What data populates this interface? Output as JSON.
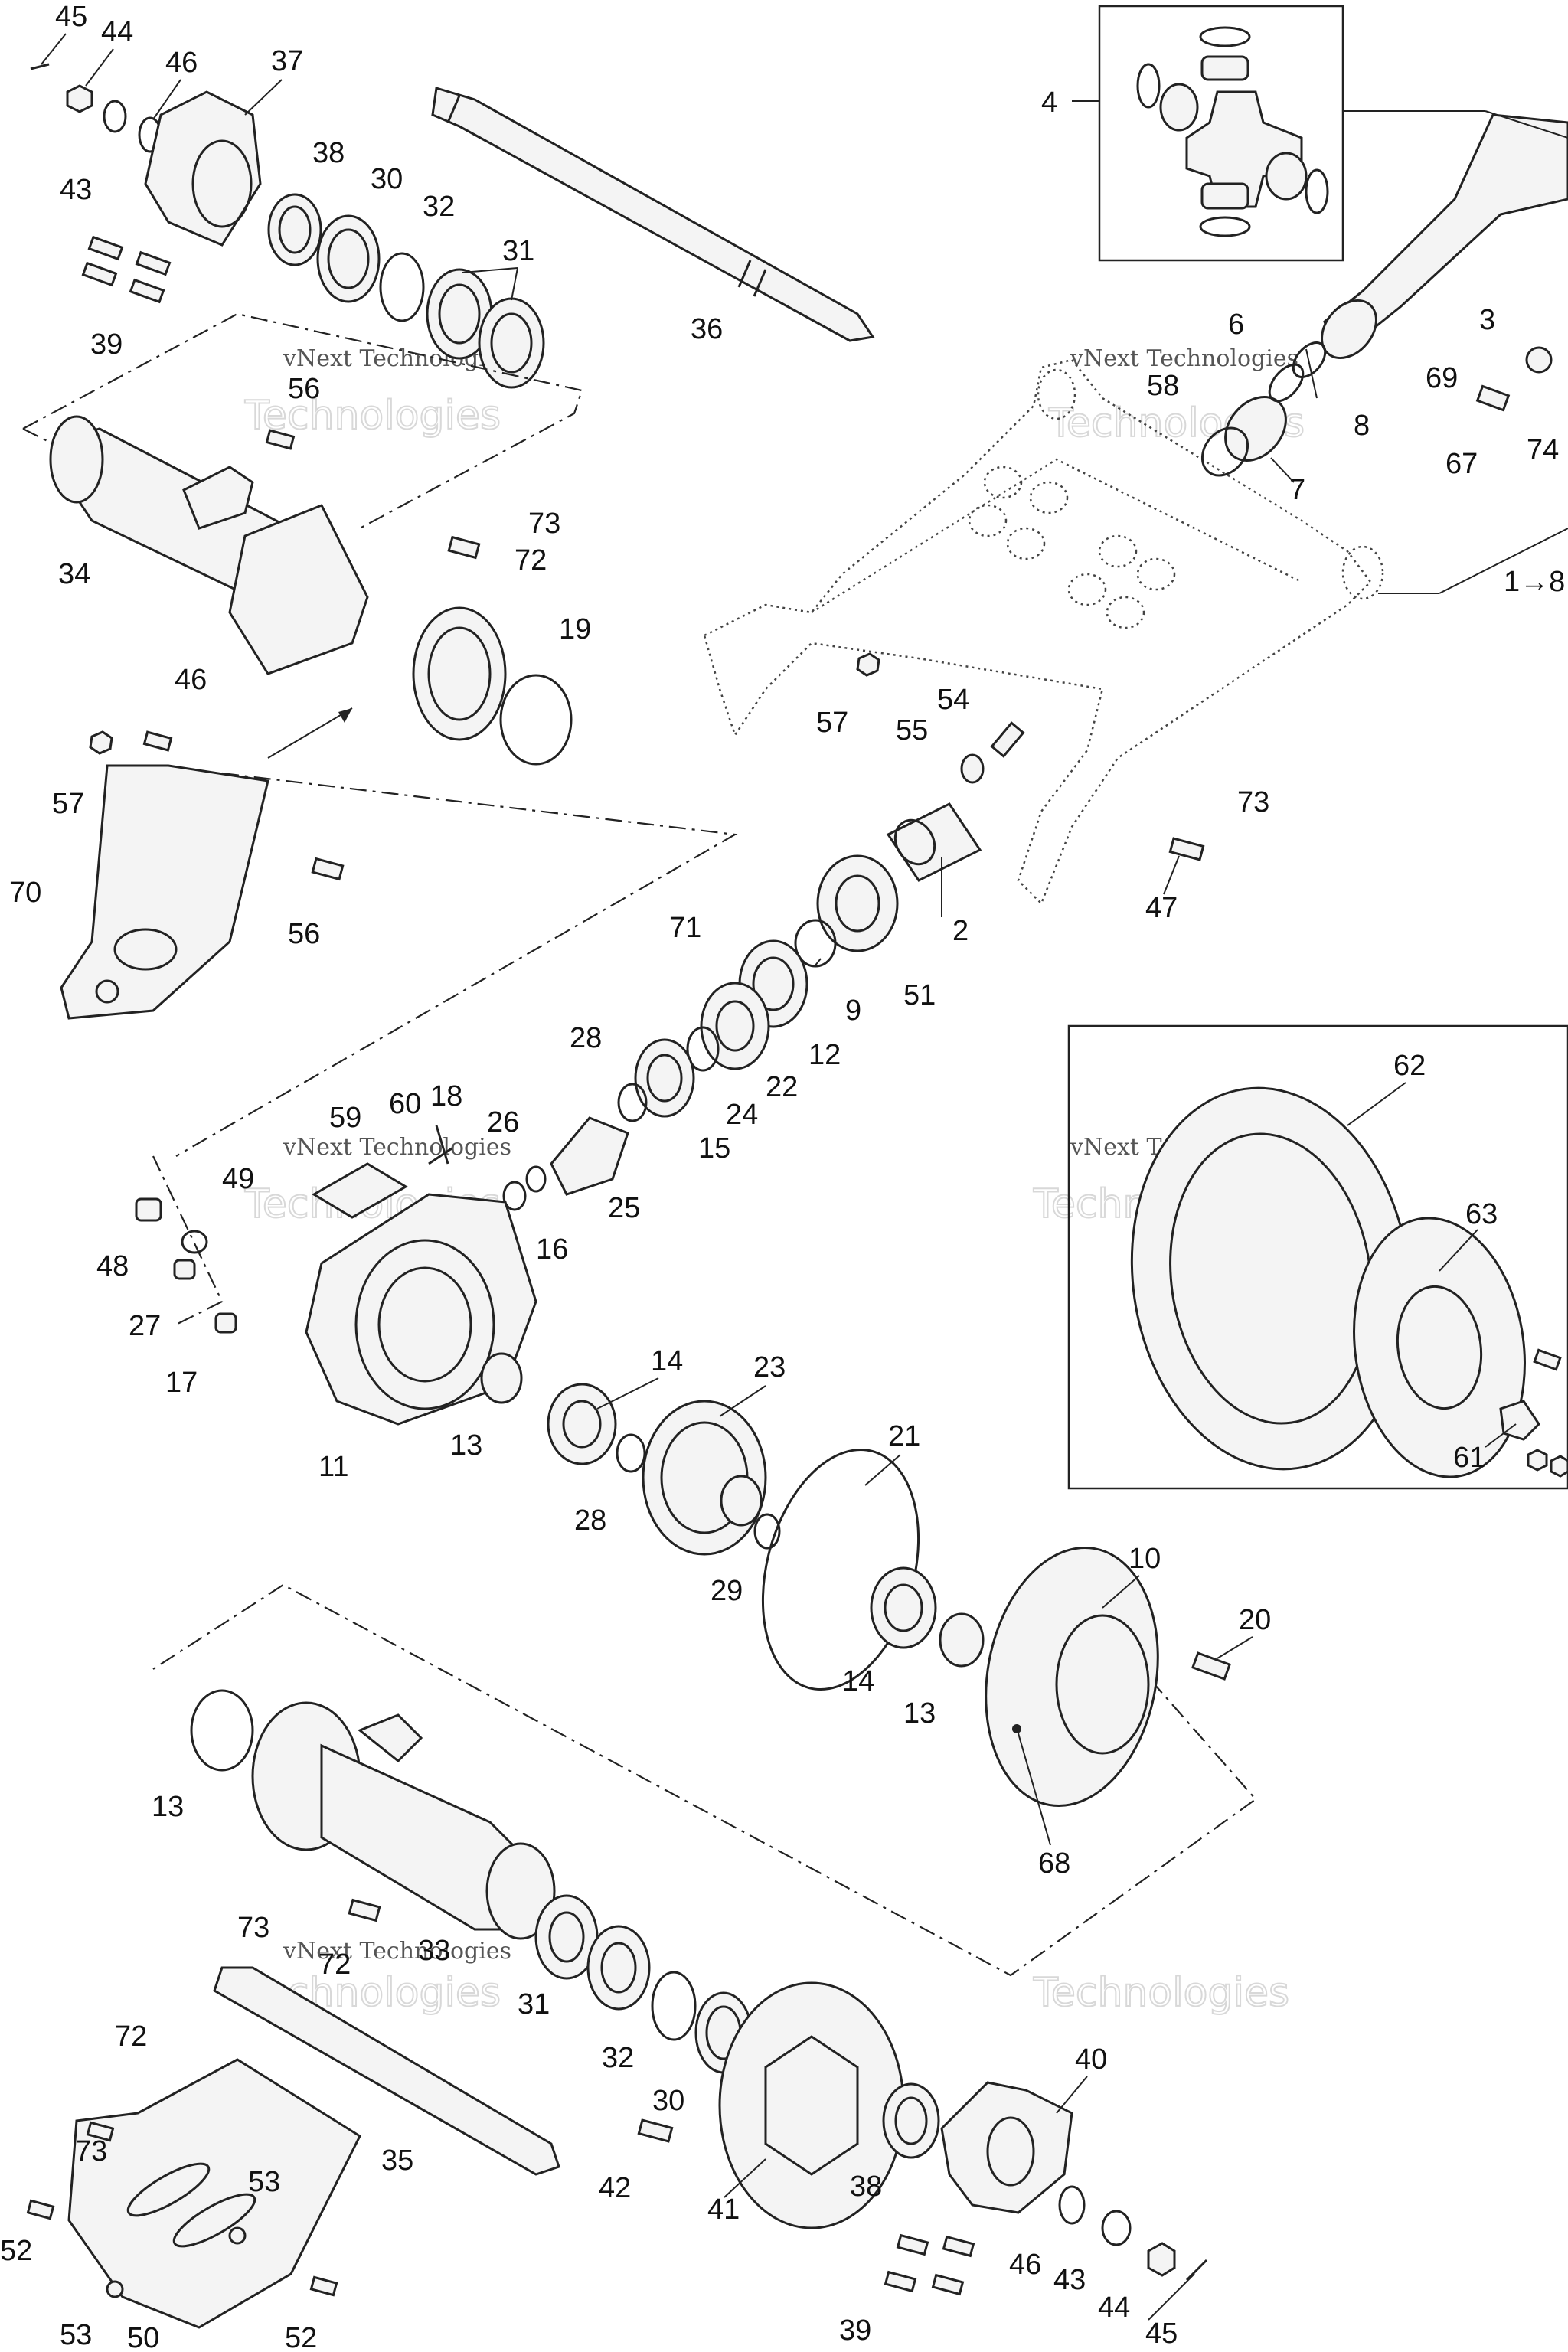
{
  "diagram": {
    "callouts": [
      "45",
      "44",
      "46",
      "37",
      "43",
      "38",
      "30",
      "32",
      "31",
      "39",
      "36",
      "56",
      "34",
      "73",
      "72",
      "19",
      "46",
      "57",
      "70",
      "56",
      "4",
      "3",
      "69",
      "6",
      "58",
      "8",
      "7",
      "67",
      "74",
      "1→8",
      "57",
      "54",
      "55",
      "2",
      "51",
      "73",
      "47",
      "71",
      "9",
      "12",
      "22",
      "28",
      "24",
      "15",
      "60",
      "18",
      "59",
      "26",
      "25",
      "16",
      "49",
      "48",
      "27",
      "17",
      "11",
      "13",
      "14",
      "23",
      "28",
      "21",
      "29",
      "14",
      "13",
      "10",
      "20",
      "68",
      "62",
      "63",
      "61",
      "13",
      "73",
      "33",
      "72",
      "31",
      "32",
      "30",
      "35",
      "72",
      "73",
      "42",
      "41",
      "38",
      "40",
      "53",
      "52",
      "46",
      "43",
      "44",
      "39",
      "53",
      "50",
      "52",
      "45"
    ],
    "watermarks": [
      "vNext Technologies",
      "vNext Technologies",
      "vNext Technologies",
      "vNext Technologies",
      "vNext Technologies"
    ]
  }
}
